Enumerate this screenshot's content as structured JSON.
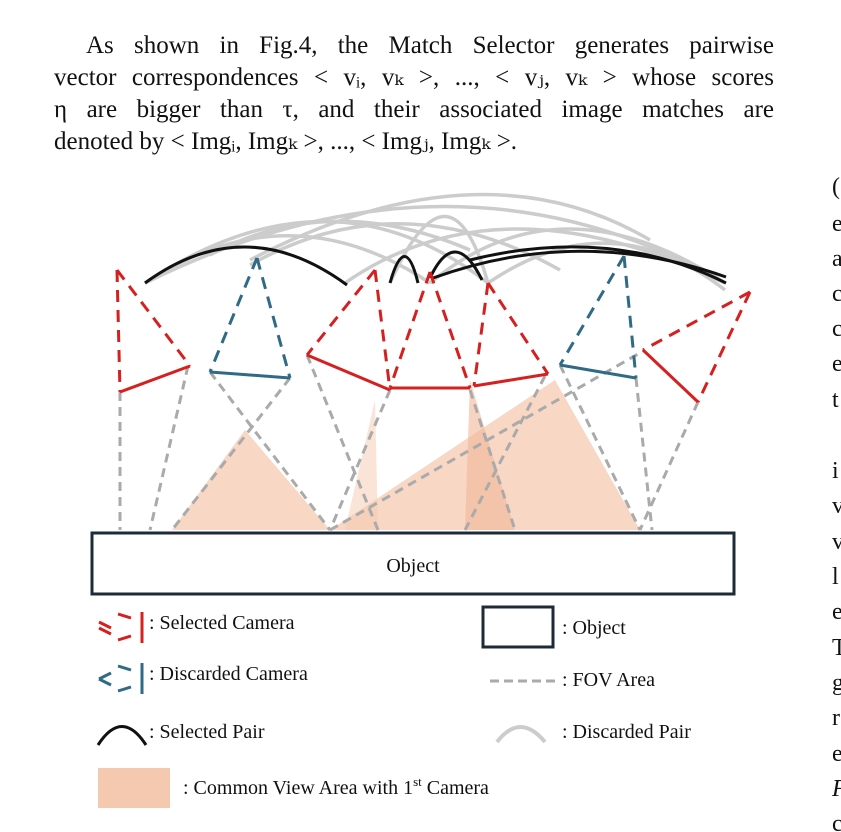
{
  "paragraph": {
    "lines": [
      "As shown in Fig.4, the Match Selector generates pairwise",
      "vector correspondences < vᵢ, vₖ >, ..., < vⱼ, vₖ > whose scores",
      "η are bigger than τ, and their associated image matches are",
      "denoted by < Imgᵢ, Imgₖ >, ..., < Imgⱼ, Imgₖ >."
    ]
  },
  "figure": {
    "object_label": "Object",
    "legend": {
      "selected_camera": ": Selected Camera",
      "discarded_camera": ": Discarded Camera",
      "selected_pair": ": Selected Pair",
      "object": ": Object",
      "fov_area": ": FOV Area",
      "discarded_pair": ": Discarded Pair",
      "common_view_prefix": ": Common View Area with 1",
      "common_view_sup": "st",
      "common_view_suffix": " Camera"
    },
    "colors": {
      "selected_camera": "#d62020",
      "discarded_camera": "#2f6a86",
      "selected_pair": "#111111",
      "discarded_pair": "#c8c8c8",
      "fov": "#aaaaaa",
      "common_view": "#f5c9b0"
    }
  },
  "right_column_fragments": [
    "(",
    "e",
    "a",
    "c",
    "c",
    "e",
    "t",
    "",
    "i",
    "v",
    "v",
    "l",
    "e",
    "T",
    "g",
    "r",
    "e",
    "F",
    "c"
  ]
}
